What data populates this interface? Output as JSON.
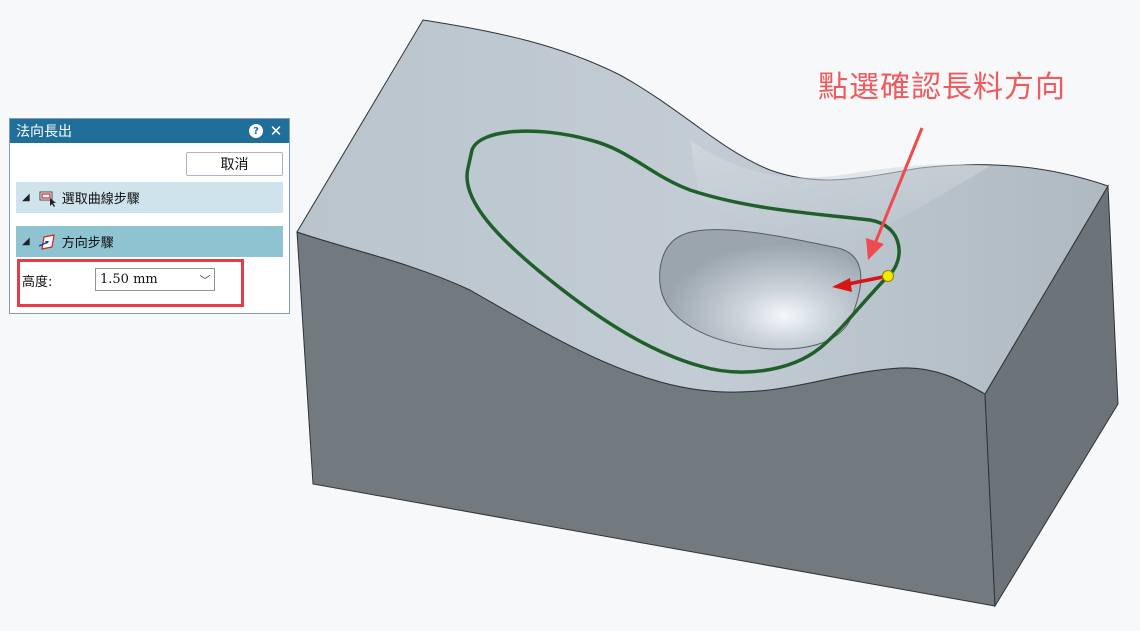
{
  "dialog": {
    "title": "法向長出",
    "help_icon": "help-icon",
    "close_icon": "close-icon",
    "cancel_label": "取消",
    "step1_label": "選取曲線步驟",
    "step2_label": "方向步驟",
    "height_label": "高度:",
    "height_value": "1.50 mm"
  },
  "annotation": {
    "text": "點選確認長料方向"
  },
  "colors": {
    "title_bar": "#1f6f9a",
    "section_light": "#cfe3ec",
    "section_dark": "#8ec3d2",
    "highlight": "#e53c46",
    "annotation": "#ef5a5e",
    "curve": "#1f5f2a",
    "direction_arrow": "#d41616",
    "handle": "#f2e800"
  }
}
